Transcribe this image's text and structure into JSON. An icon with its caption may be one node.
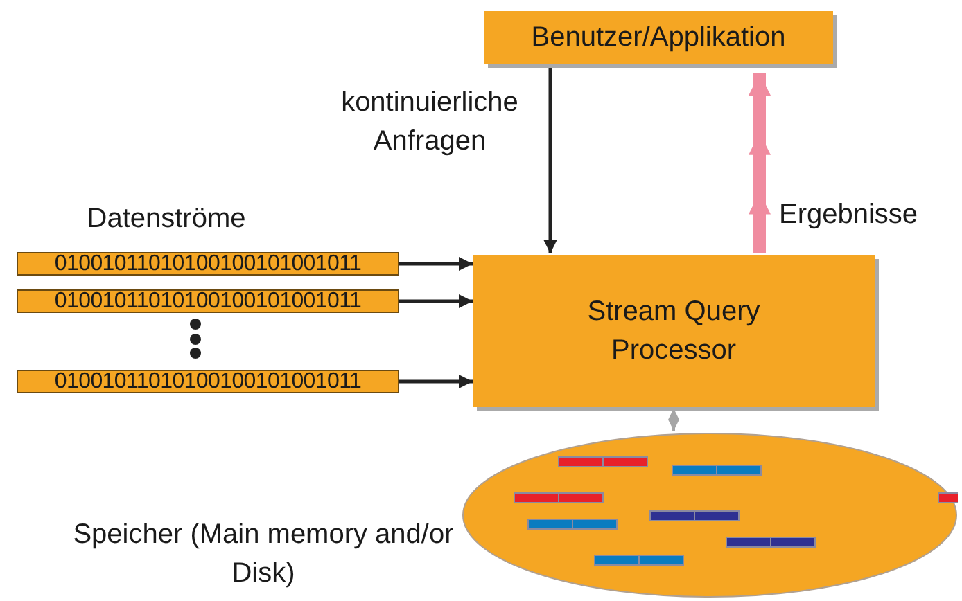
{
  "diagram": {
    "nodes": [
      {
        "text": [
          "Benutzer/Applikation"
        ]
      },
      {
        "text": [
          "Stream Query Processor"
        ]
      },
      {
        "text": [
          "01001011010100100101001011"
        ]
      },
      {
        "text": [
          "01001011010100100101001011"
        ]
      },
      {
        "text": [
          "01001011010100100101001011"
        ]
      },
      {
        "text": [],
        "shape": "ellipse",
        "beside": [
          "Speicher (Main memory and/or Disk)"
        ]
      }
    ],
    "edges": [
      {
        "from": 0,
        "to": 1,
        "arrow": "to",
        "label": "kontinuierliche Anfragen"
      },
      {
        "from": 1,
        "to": 0,
        "arrow": "to",
        "label": "Ergebnisse",
        "style": "thick",
        "color": "#f08ca0"
      },
      {
        "from": 2,
        "to": 1,
        "arrow": "to"
      },
      {
        "from": 3,
        "to": 1,
        "arrow": "to"
      },
      {
        "from": 4,
        "to": 1,
        "arrow": "to"
      },
      {
        "from": 1,
        "to": 5,
        "arrow": "both",
        "color": "#a6a6a6"
      }
    ],
    "labels": [
      "Datenströme"
    ]
  }
}
